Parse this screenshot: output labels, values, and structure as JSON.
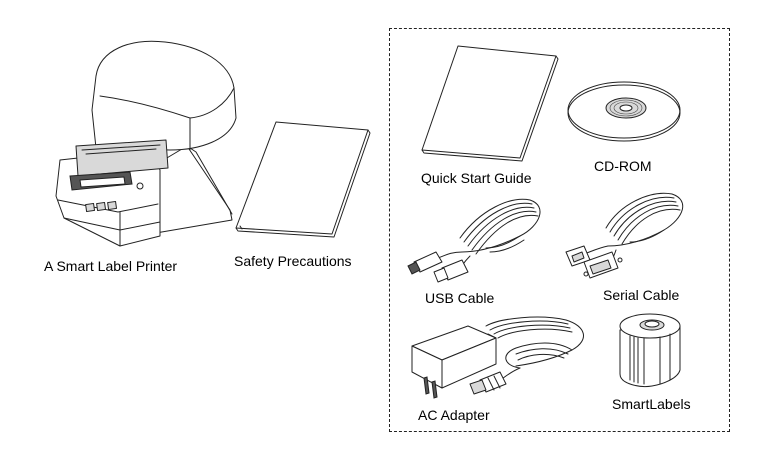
{
  "items": {
    "printer": {
      "label": "A Smart Label Printer",
      "icon": "label-printer-icon"
    },
    "safety": {
      "label": "Safety Precautions",
      "icon": "booklet-icon"
    },
    "quick_start": {
      "label": "Quick Start Guide",
      "icon": "booklet-icon"
    },
    "cdrom": {
      "label": "CD-ROM",
      "icon": "disc-icon"
    },
    "usb": {
      "label": "USB Cable",
      "icon": "usb-cable-icon"
    },
    "serial": {
      "label": "Serial Cable",
      "icon": "serial-cable-icon"
    },
    "adapter": {
      "label": "AC Adapter",
      "icon": "power-adapter-icon"
    },
    "labels": {
      "label": "SmartLabels",
      "icon": "label-roll-icon"
    }
  }
}
